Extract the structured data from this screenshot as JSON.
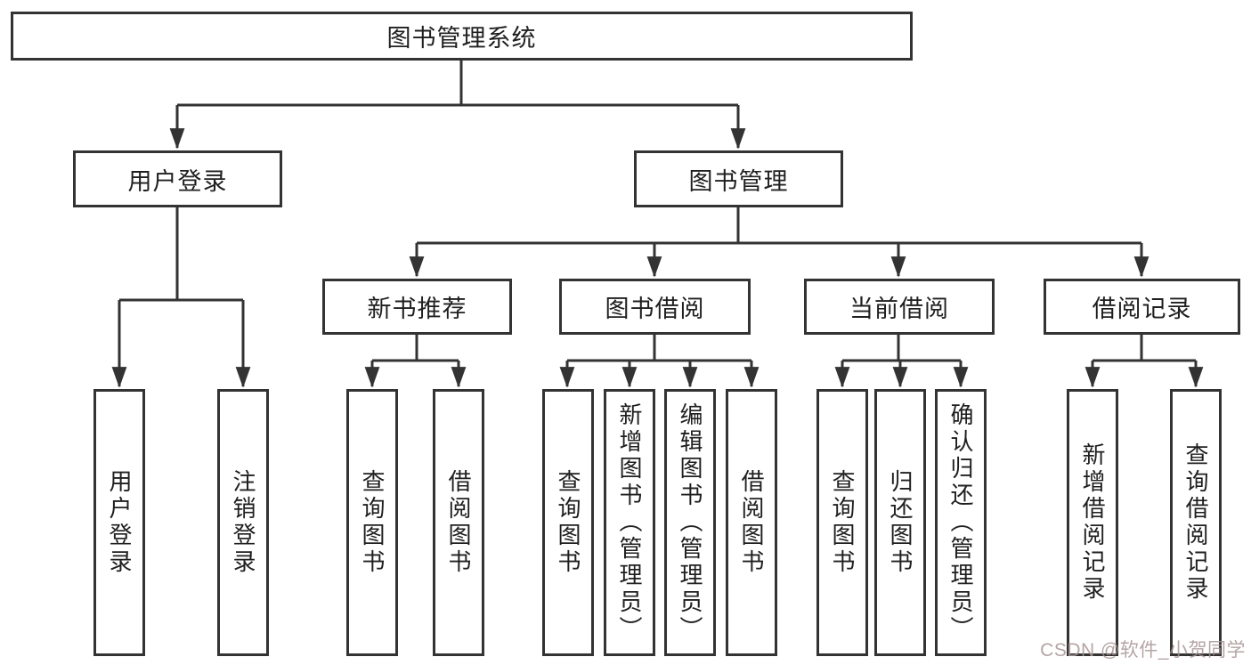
{
  "diagram": {
    "tree": {
      "label": "图书管理系统",
      "children": [
        {
          "label": "用户登录",
          "children": [
            {
              "label": "用户登录"
            },
            {
              "label": "注销登录"
            }
          ]
        },
        {
          "label": "图书管理",
          "children": [
            {
              "label": "新书推荐",
              "children": [
                {
                  "label": "查询图书"
                },
                {
                  "label": "借阅图书"
                }
              ]
            },
            {
              "label": "图书借阅",
              "children": [
                {
                  "label": "查询图书"
                },
                {
                  "label": "新增图书（管理员）"
                },
                {
                  "label": "编辑图书（管理员）"
                },
                {
                  "label": "借阅图书"
                }
              ]
            },
            {
              "label": "当前借阅",
              "children": [
                {
                  "label": "查询图书"
                },
                {
                  "label": "归还图书"
                },
                {
                  "label": "确认归还（管理员）"
                }
              ]
            },
            {
              "label": "借阅记录",
              "children": [
                {
                  "label": "新增借阅记录"
                },
                {
                  "label": "查询借阅记录"
                }
              ]
            }
          ]
        }
      ]
    },
    "colors": {
      "line": "#333333",
      "text": "#1f1f1f",
      "box_background": "#ffffff",
      "watermark": "#a89494"
    }
  },
  "watermark": {
    "text": "CSDN @软件_小贺同学"
  }
}
